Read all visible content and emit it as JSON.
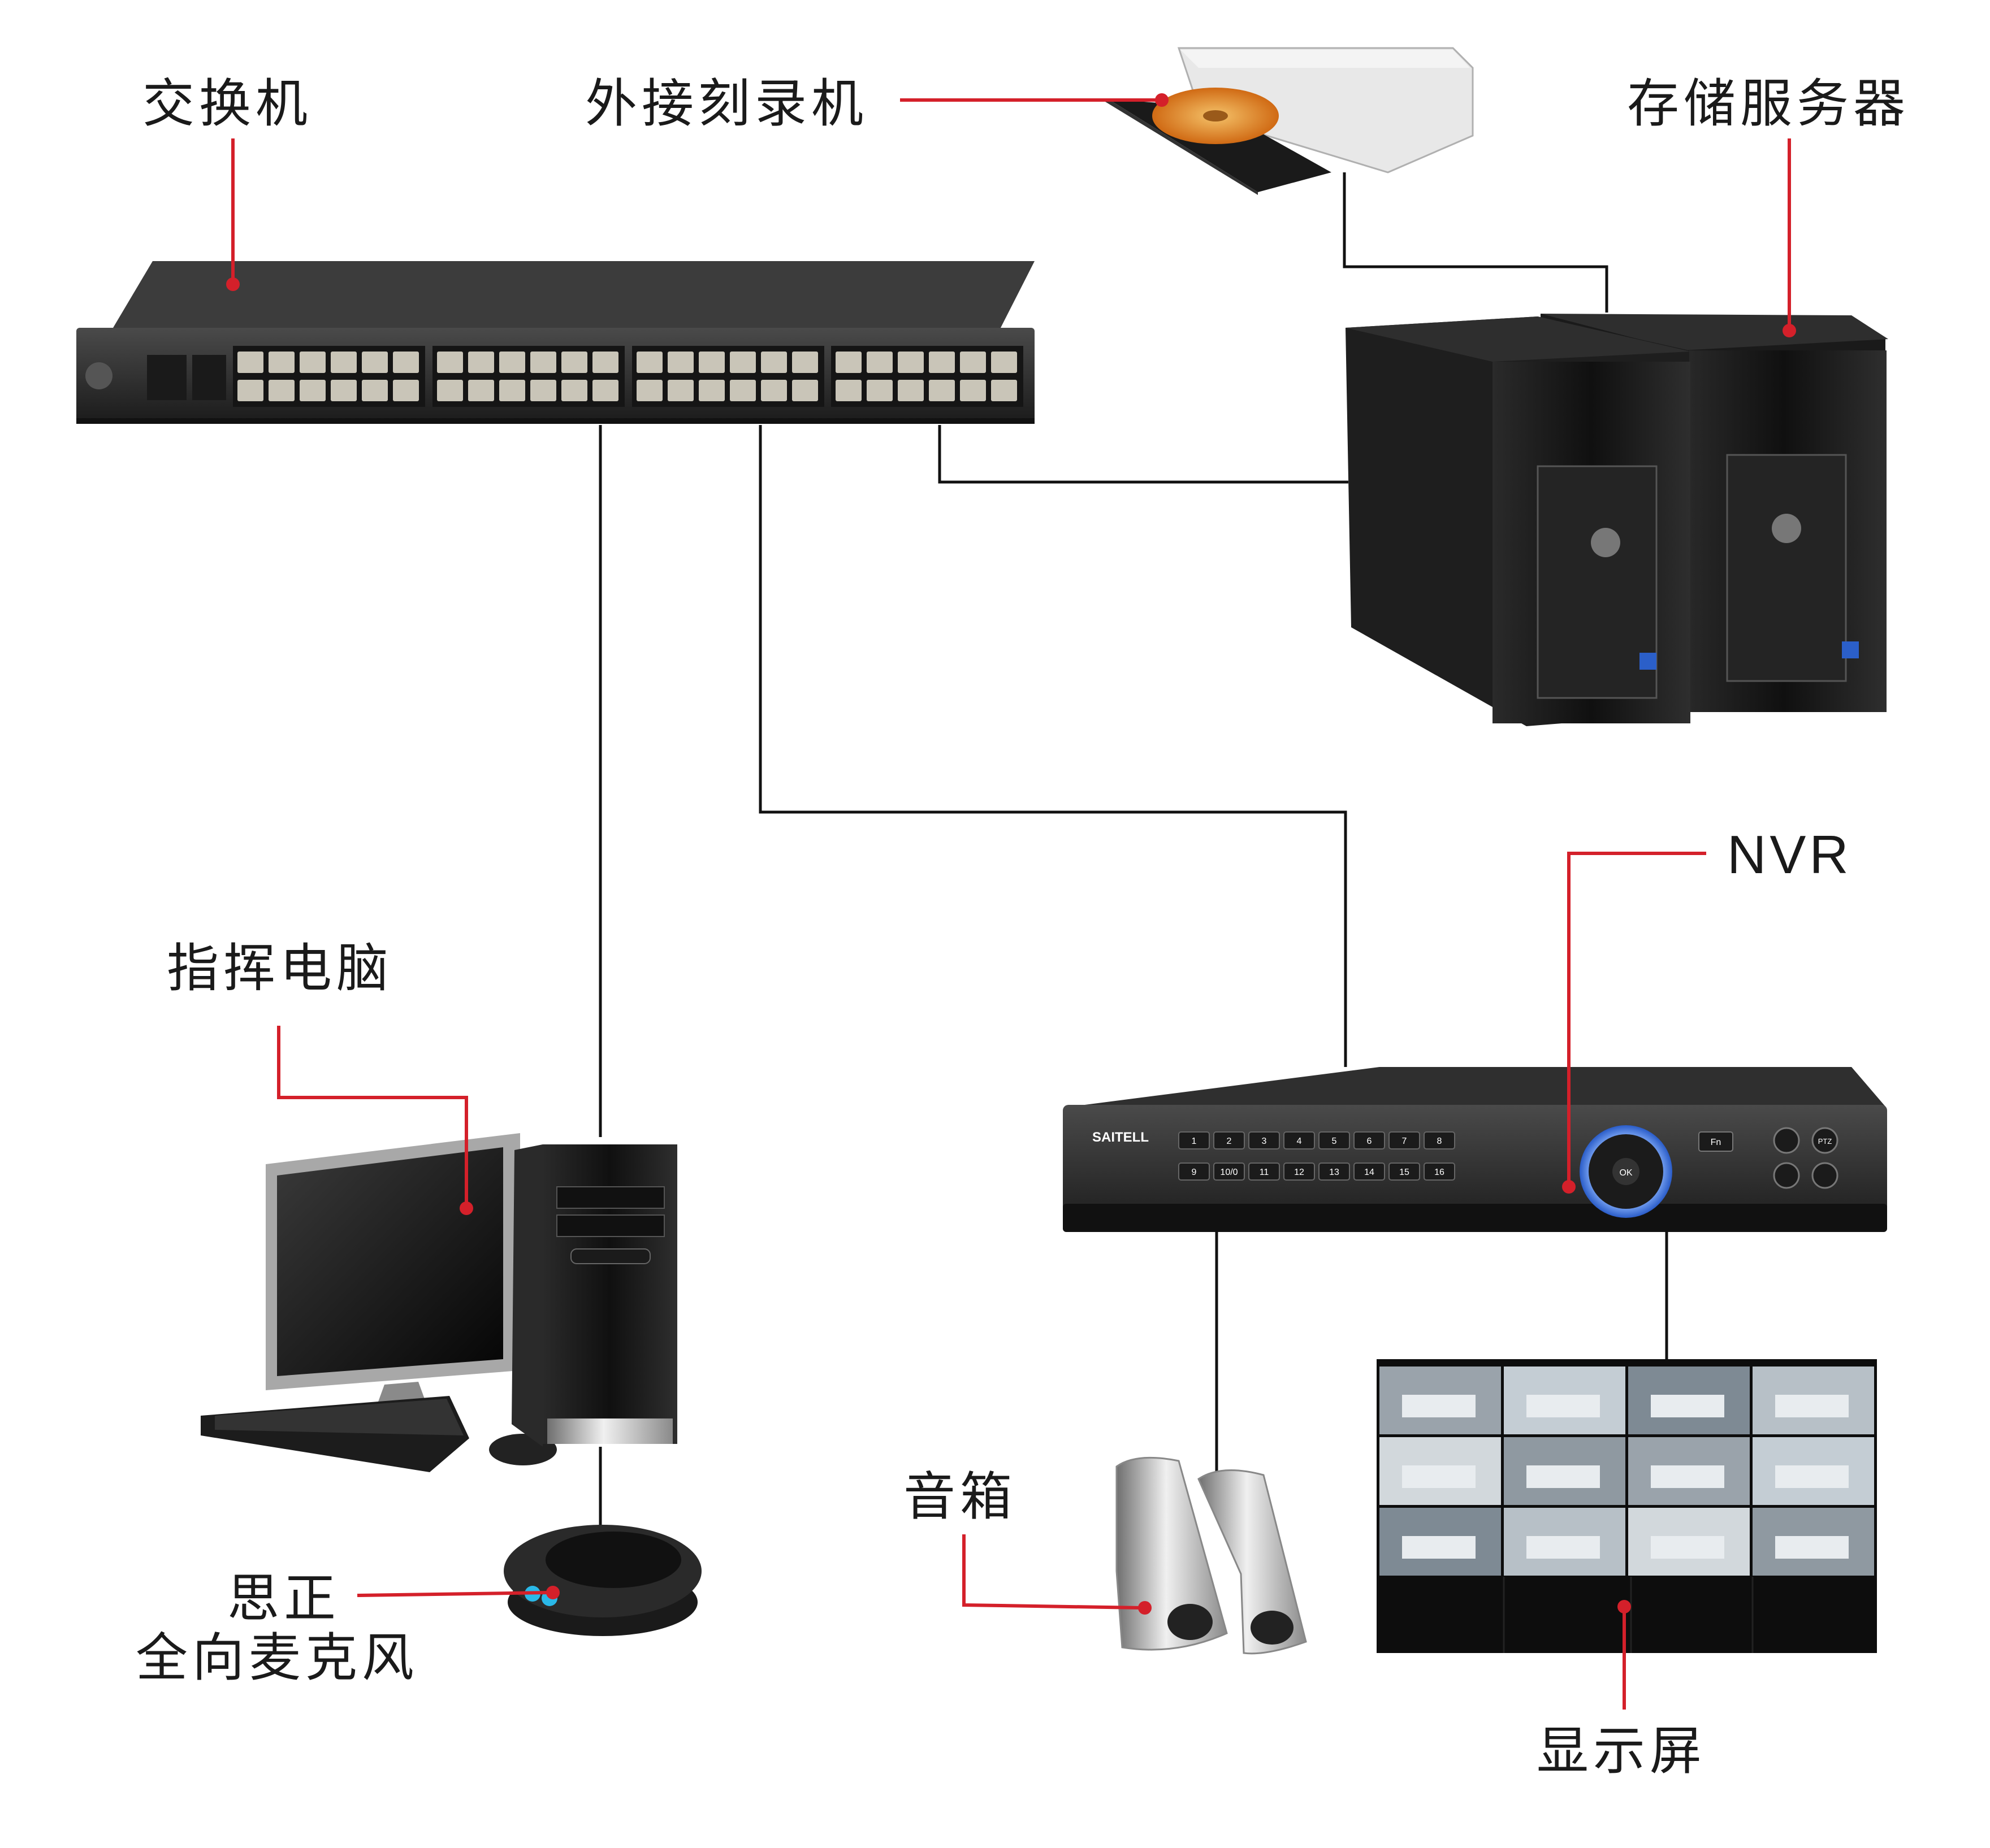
{
  "labels": {
    "switch": "交换机",
    "burner": "外接刻录机",
    "storage": "存储服务器",
    "nvr": "NVR",
    "pc": "指挥电脑",
    "mic_line1": "思正",
    "mic_line2": "全向麦克风",
    "speaker": "音箱",
    "display": "显示屏"
  },
  "device_text": {
    "nvr_brand": "SAITELL",
    "nvr_ok": "OK",
    "nvr_fn": "Fn",
    "nvr_ptz": "PTZ",
    "nvr_keys": [
      "1",
      "2",
      "3",
      "4",
      "5",
      "6",
      "7",
      "8",
      "9",
      "10/0",
      "11",
      "12",
      "13",
      "14",
      "15",
      "16"
    ]
  },
  "colors": {
    "callout": "#d4202a",
    "connector": "#111111",
    "device_dark": "#222222"
  }
}
